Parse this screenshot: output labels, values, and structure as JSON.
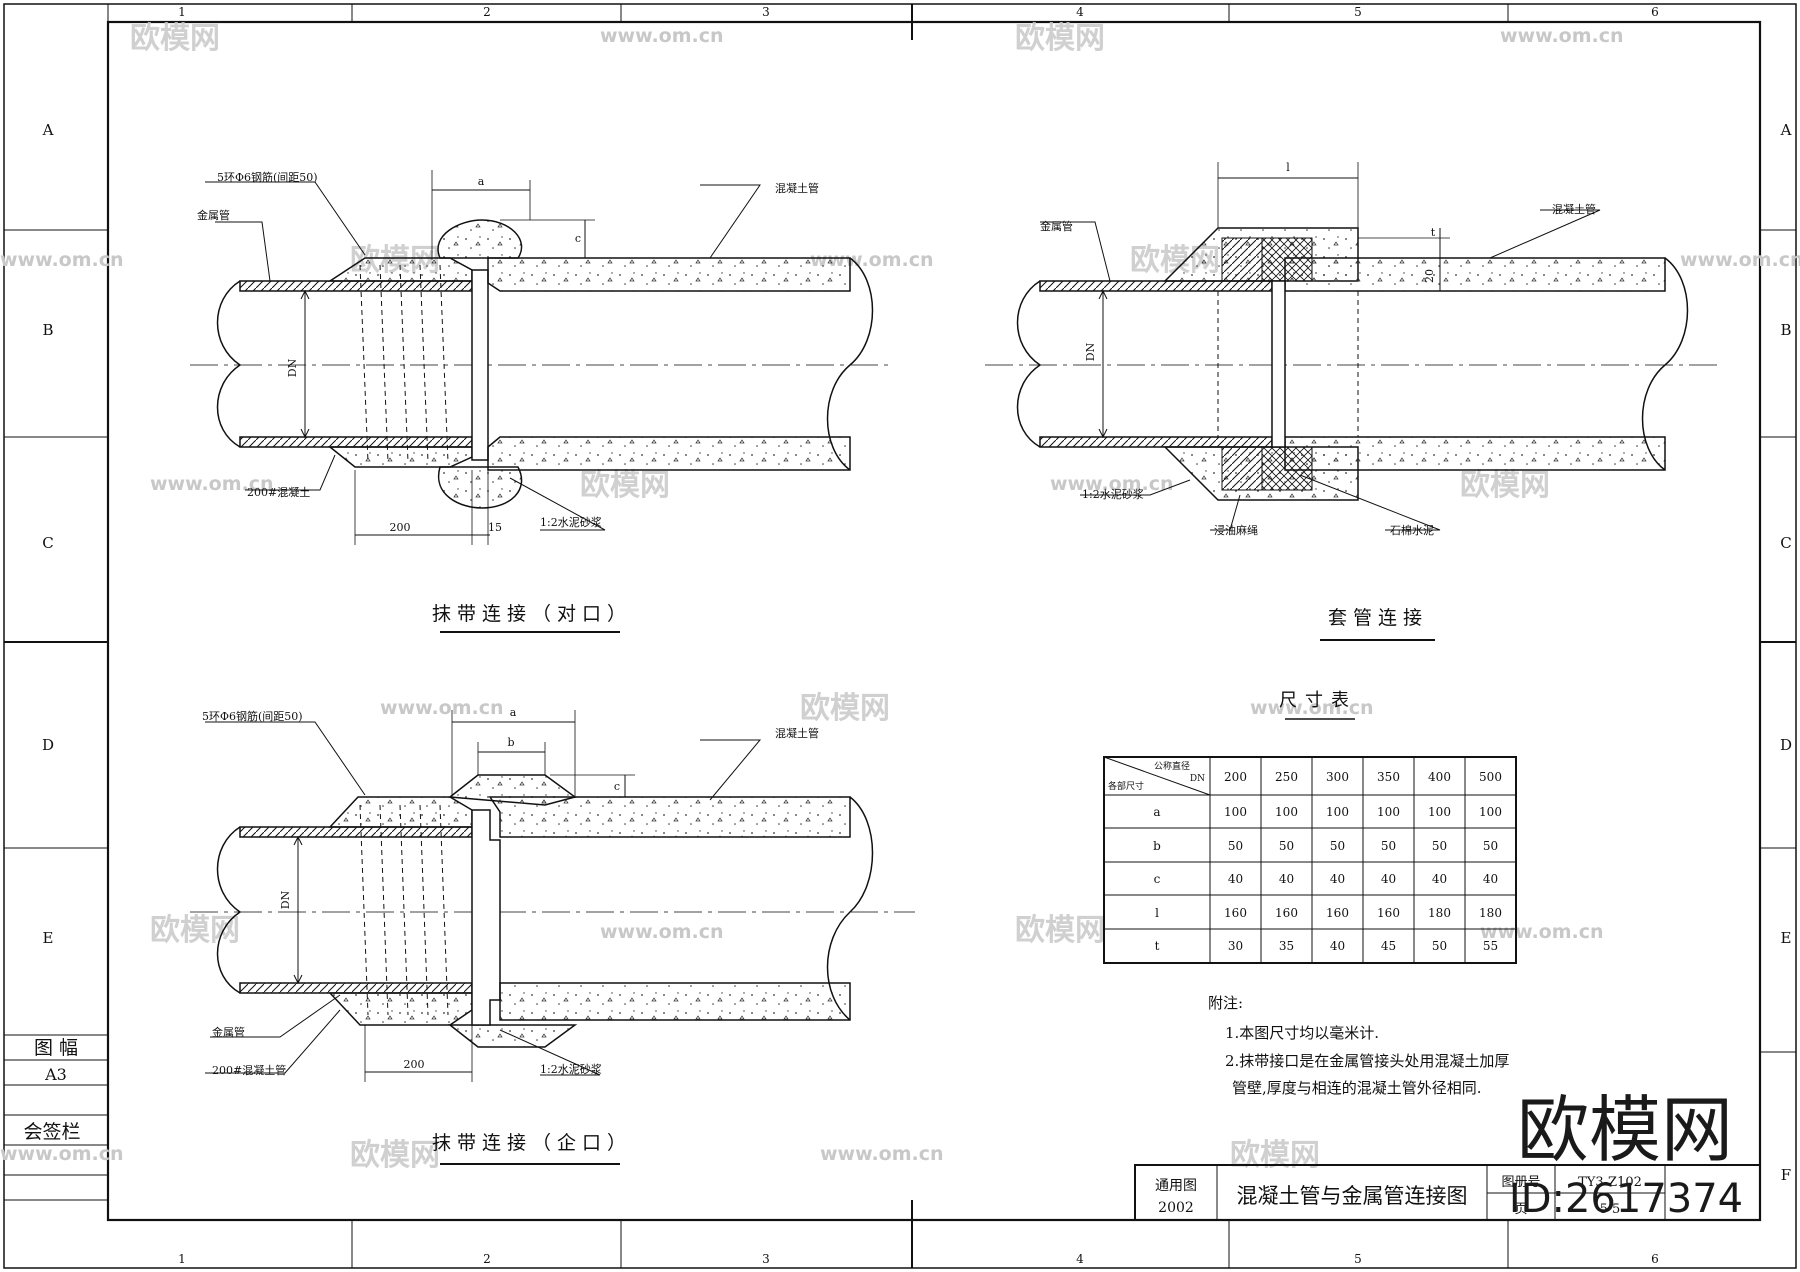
{
  "frame": {
    "cols_top": [
      "1",
      "2",
      "3",
      "4",
      "5",
      "6"
    ],
    "cols_bottom": [
      "1",
      "2",
      "3",
      "4",
      "5",
      "6"
    ],
    "rows_left": [
      "A",
      "B",
      "C",
      "D",
      "E"
    ],
    "rows_right": [
      "A",
      "B",
      "C",
      "D",
      "E",
      "F"
    ],
    "side_labels": {
      "sheet_size_label": "图 幅",
      "sheet_size_value": "A3",
      "countersign": "会签栏"
    }
  },
  "fig1": {
    "title": "抹带连接（对口）",
    "labels": {
      "rebar": "5环Φ6钢筋(间距50)",
      "metal_pipe": "金属管",
      "concrete_pipe": "混凝土管",
      "concrete200": "200#混凝土",
      "mortar": "1:2水泥砂浆",
      "dn": "DN",
      "a": "a",
      "c": "c",
      "dim200": "200",
      "dim15": "15"
    }
  },
  "fig2": {
    "title": "套管连接",
    "labels": {
      "metal_pipe": "金属管",
      "concrete_pipe": "混凝土管",
      "l": "l",
      "dn": "DN",
      "t": "t",
      "d20": "20",
      "mortar": "1:2水泥砂浆",
      "hemp": "浸油麻绳",
      "asbestos": "石棉水泥"
    }
  },
  "fig3": {
    "title": "抹带连接（企口）",
    "labels": {
      "rebar": "5环Φ6钢筋(间距50)",
      "metal_pipe": "金属管",
      "concrete_pipe": "混凝土管",
      "concrete200": "200#混凝土管",
      "mortar": "1:2水泥砂浆",
      "dn": "DN",
      "a": "a",
      "b": "b",
      "c": "c",
      "dim200": "200"
    }
  },
  "table": {
    "title": "尺寸表",
    "header_top": "公称直径",
    "header_dn": "DN",
    "header_left": "各部尺寸",
    "columns": [
      "200",
      "250",
      "300",
      "350",
      "400",
      "500"
    ],
    "rows": [
      {
        "name": "a",
        "values": [
          "100",
          "100",
          "100",
          "100",
          "100",
          "100"
        ]
      },
      {
        "name": "b",
        "values": [
          "50",
          "50",
          "50",
          "50",
          "50",
          "50"
        ]
      },
      {
        "name": "c",
        "values": [
          "40",
          "40",
          "40",
          "40",
          "40",
          "40"
        ]
      },
      {
        "name": "l",
        "values": [
          "160",
          "160",
          "160",
          "160",
          "180",
          "180"
        ]
      },
      {
        "name": "t",
        "values": [
          "30",
          "35",
          "40",
          "45",
          "50",
          "55"
        ]
      }
    ]
  },
  "notes": {
    "heading": "附注:",
    "items": [
      "1.本图尺寸均以毫米计.",
      "2.抹带接口是在金属管接头处用混凝土加厚",
      "管壁,厚度与相连的混凝土管外径相同."
    ]
  },
  "titleblock": {
    "category": "通用图",
    "year": "2002",
    "drawing_title": "混凝土管与金属管连接图",
    "drawing_no_label": "图册号",
    "drawing_no": "TY3-Z102",
    "page_label": "页",
    "page": "5 5"
  },
  "watermarks": {
    "brand": "欧模网",
    "url": "www.om.cn",
    "id": "ID:2617374"
  }
}
